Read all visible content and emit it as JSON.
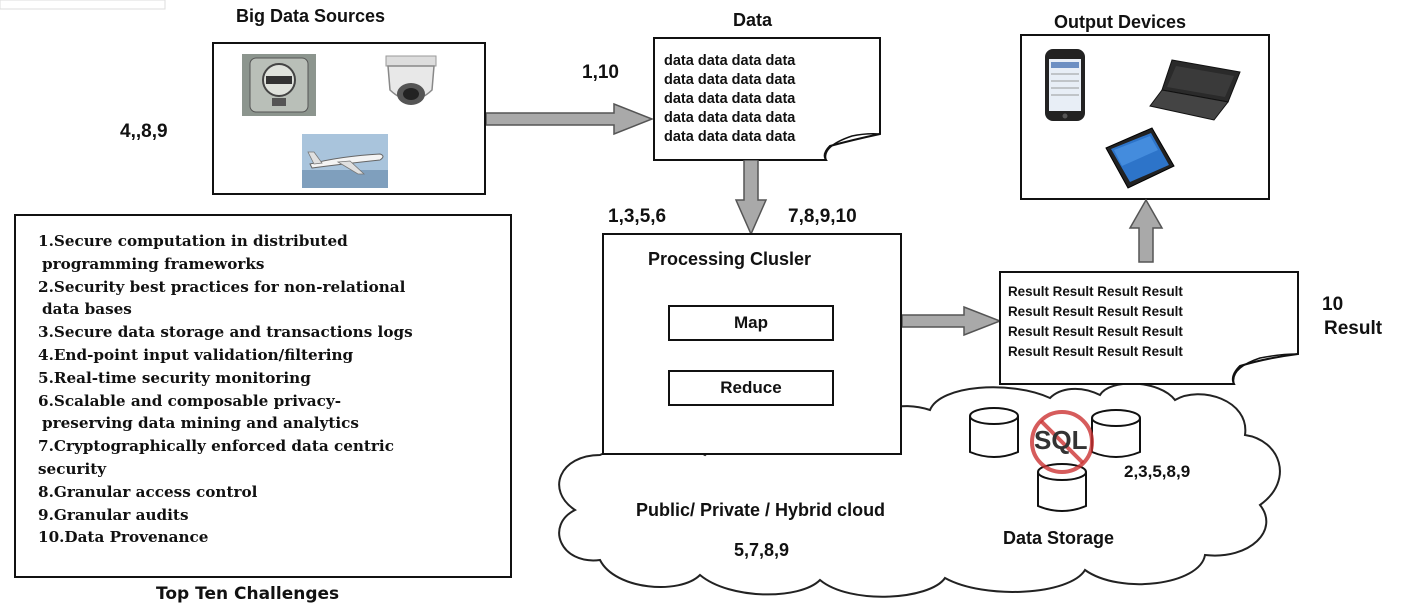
{
  "sources": {
    "title": "Big Data Sources",
    "label": "4,,8,9"
  },
  "data_doc": {
    "title": "Data",
    "label": "1,10",
    "lines": [
      "data data data data",
      "data data data data",
      "data data data data",
      "data data data data",
      "data data data data"
    ]
  },
  "output": {
    "title": "Output Devices"
  },
  "processing": {
    "title": "Processing Clusler",
    "map": "Map",
    "reduce": "Reduce",
    "left_label": "1,3,5,6",
    "right_label": "7,8,9,10"
  },
  "result_doc": {
    "lines": [
      "Result Result Result Result",
      "Result Result Result Result",
      "Result Result Result Result",
      "Result Result Result Result"
    ],
    "label_num": "10",
    "label": "Result"
  },
  "cloud": {
    "title": "Public/ Private / Hybrid cloud",
    "label": "5,7,8,9"
  },
  "storage": {
    "title": "Data Storage",
    "label": "2,3,5,8,9",
    "sql": "SQL"
  },
  "challenges": {
    "title": "Top Ten Challenges",
    "items": [
      "1.Secure computation in distributed",
      "  programming frameworks",
      "2.Security best practices for non-relational",
      "  data bases",
      "3.Secure data storage and transactions logs",
      "4.End-point input validation/filtering",
      "5.Real-time security monitoring",
      "6.Scalable and composable privacy-",
      "  preserving data mining and analytics",
      "7.Cryptographically enforced data centric",
      "security",
      "8.Granular access control",
      "9.Granular audits",
      "10.Data Provenance"
    ]
  },
  "colors": {
    "arrow_fill": "#a9a9a9",
    "arrow_stroke": "#555555",
    "sql_ring": "#cc3333"
  },
  "icons": [
    "electric-meter-icon",
    "security-camera-icon",
    "airplane-icon",
    "smartphone-icon",
    "laptop-icon",
    "tablet-icon",
    "database-icon"
  ]
}
